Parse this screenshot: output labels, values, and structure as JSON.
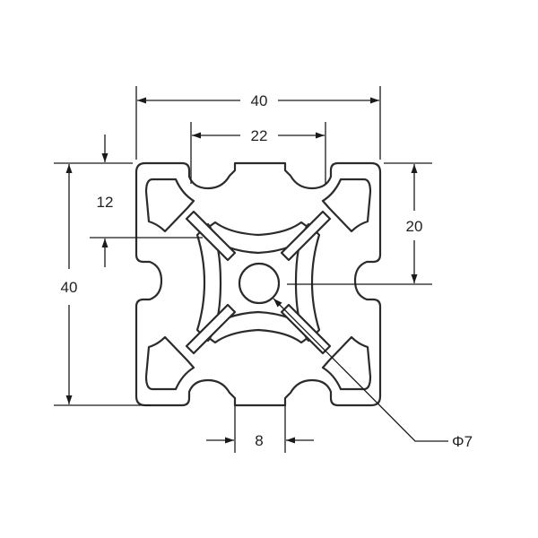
{
  "drawing": {
    "dimensions": {
      "overall_width": "40",
      "slot_spacing": "22",
      "overall_height": "40",
      "half_height": "20",
      "slot_depth": "12",
      "slot_opening": "8",
      "bore_diameter": "Φ7"
    },
    "colors": {
      "line": "#1a1a1a",
      "profile_stroke": "#2b2b2b",
      "profile_fill": "#ffffff",
      "background": "#ffffff"
    }
  }
}
